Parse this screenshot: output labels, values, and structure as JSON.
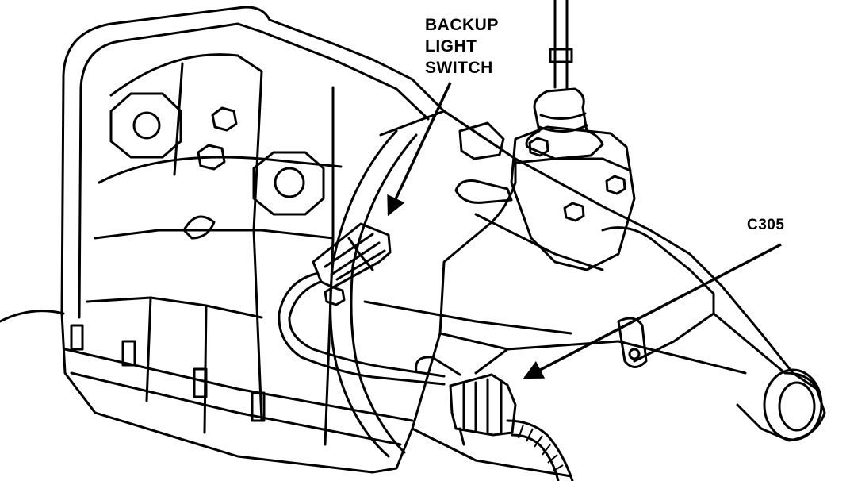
{
  "labels": {
    "backup_light_switch": [
      "BACKUP",
      "LIGHT",
      "SWITCH"
    ],
    "connector": "C305"
  },
  "colors": {
    "ink": "#000000",
    "paper": "#ffffff"
  }
}
